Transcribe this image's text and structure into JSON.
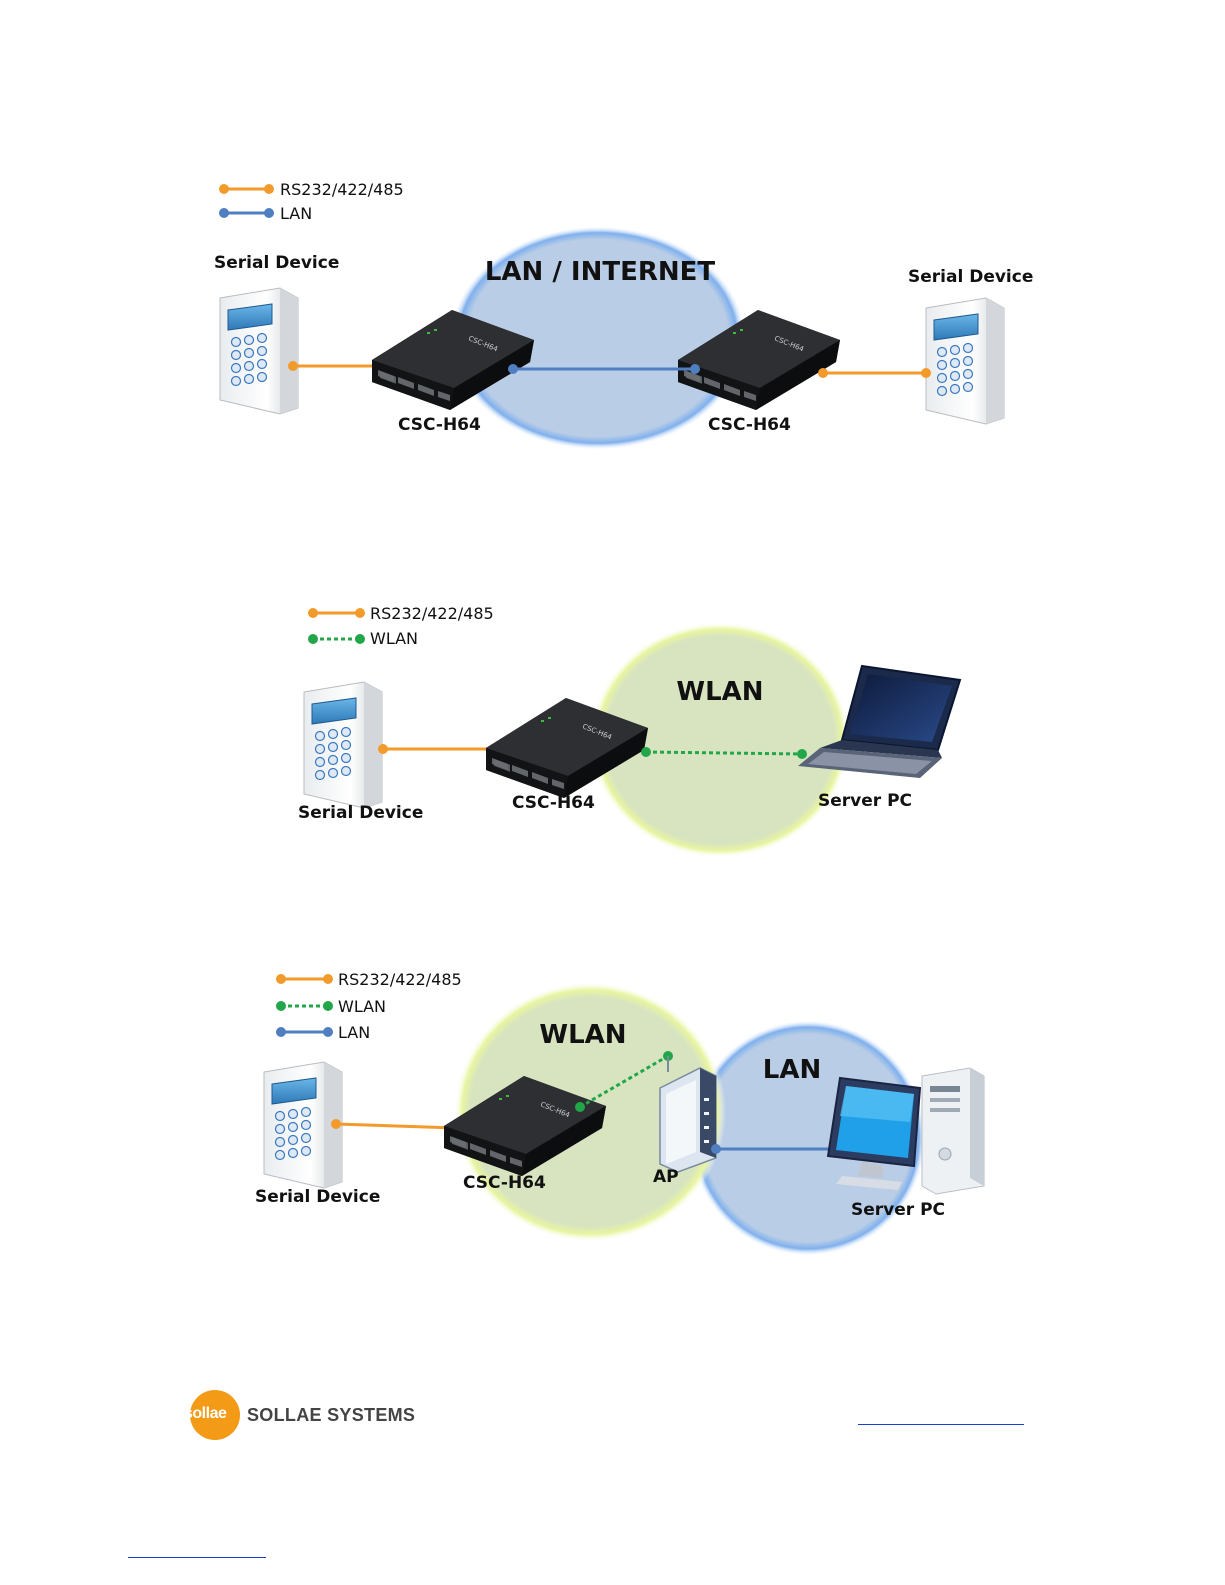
{
  "colors": {
    "serial": "#f29a2a",
    "lan": "#4f7fc0",
    "wlan": "#22a64a",
    "lan_cloud": "#b9cde6",
    "wlan_cloud": "#d8e4c0",
    "brand": "#f39a16"
  },
  "diagram1": {
    "legend": {
      "serial": "RS232/422/485",
      "lan": "LAN"
    },
    "cloud": "LAN / INTERNET",
    "left_device": "Serial Device",
    "right_device": "Serial Device",
    "left_converter": "CSC-H64",
    "right_converter": "CSC-H64"
  },
  "diagram2": {
    "legend": {
      "serial": "RS232/422/485",
      "wlan": "WLAN"
    },
    "cloud": "WLAN",
    "device": "Serial Device",
    "converter": "CSC-H64",
    "pc": "Server PC"
  },
  "diagram3": {
    "legend": {
      "serial": "RS232/422/485",
      "wlan": "WLAN",
      "lan": "LAN"
    },
    "wlan_cloud": "WLAN",
    "lan_cloud": "LAN",
    "device": "Serial Device",
    "converter": "CSC-H64",
    "ap": "AP",
    "pc": "Server PC"
  },
  "footer": {
    "logo_text": "sollae",
    "company": "SOLLAE SYSTEMS"
  }
}
